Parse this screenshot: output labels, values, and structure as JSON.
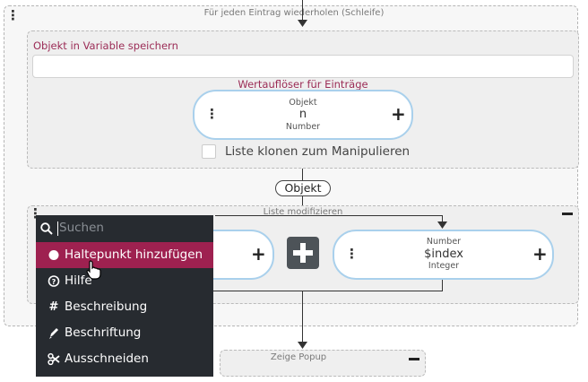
{
  "loop": {
    "title": "Für jeden Eintrag wiederholen (Schleife)"
  },
  "save_block": {
    "label": "Objekt in Variable speichern",
    "input_value": "",
    "resolver_label": "Wertauflöser für Einträge",
    "resolver": {
      "top": "Objekt",
      "value": "n",
      "type": "Number"
    },
    "clone_checkbox_label": "Liste klonen zum Manipulieren",
    "clone_checked": false
  },
  "connector_tag": "Objekt",
  "modify_block": {
    "title": "Liste modifizieren",
    "right_pill": {
      "top": "Number",
      "value": "$index",
      "type": "Integer"
    }
  },
  "popup_block": {
    "title": "Zeige Popup"
  },
  "context_menu": {
    "search_placeholder": "Suchen",
    "items": [
      {
        "label": "Haltepunkt hinzufügen",
        "icon": "circle-icon",
        "active": true
      },
      {
        "label": "Hilfe",
        "icon": "help-icon",
        "active": false
      },
      {
        "label": "Beschreibung",
        "icon": "hash-icon",
        "active": false
      },
      {
        "label": "Beschriftung",
        "icon": "pencil-icon",
        "active": false
      },
      {
        "label": "Ausschneiden",
        "icon": "scissors-icon",
        "active": false
      }
    ]
  },
  "colors": {
    "label_accent": "#9b2c56",
    "menu_bg": "#272b30",
    "menu_active": "#9e2150",
    "pill_border": "#a9d0ec"
  }
}
